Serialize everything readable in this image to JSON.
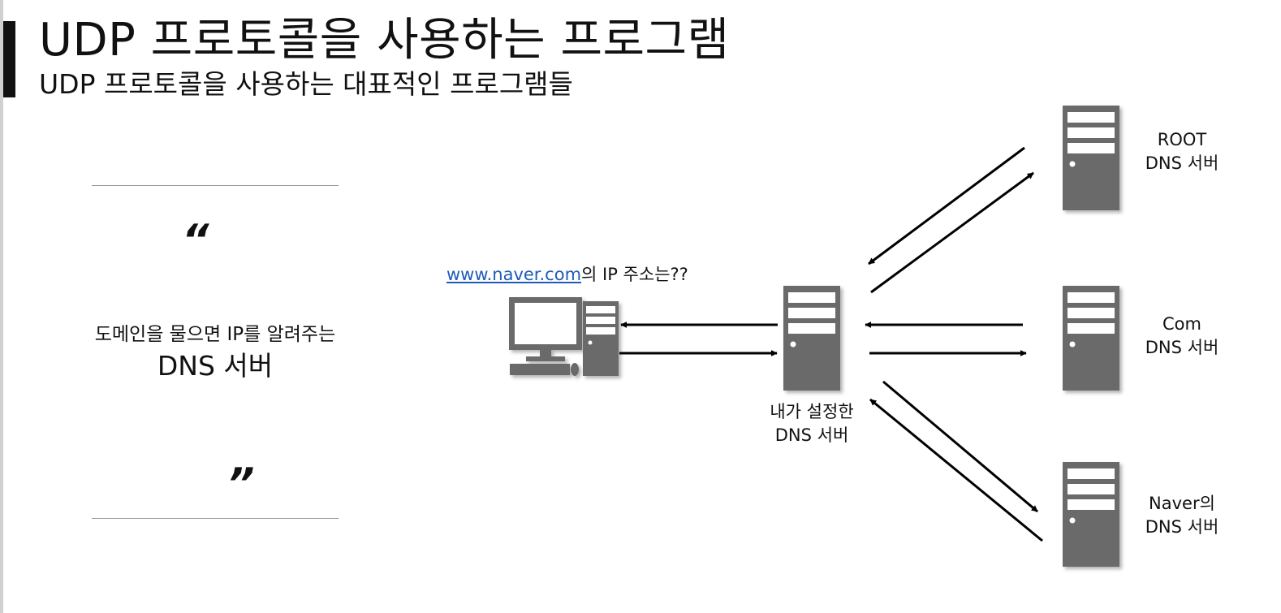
{
  "slide": {
    "title": "UDP 프로토콜을 사용하는 프로그램",
    "subtitle": "UDP 프로토콜을 사용하는 대표적인 프로그램들"
  },
  "quote": {
    "open_mark": "“",
    "close_mark": "”",
    "line1": "도메인을 물으면  IP를 알려주는",
    "line2": "DNS 서버"
  },
  "diagram": {
    "query_link": "www.naver.com",
    "query_rest": "의 IP 주소는??",
    "local_server": {
      "line1": "내가 설정한",
      "line2": "DNS 서버"
    },
    "root_server": {
      "line1": "ROOT",
      "line2": "DNS 서버"
    },
    "com_server": {
      "line1": "Com",
      "line2": "DNS 서버"
    },
    "naver_server": {
      "line1": "Naver의",
      "line2": "DNS 서버"
    }
  },
  "colors": {
    "server_fill": "#6b6b6b",
    "server_slot": "#ffffff",
    "arrow": "#000000",
    "link": "#1f5bb8"
  }
}
